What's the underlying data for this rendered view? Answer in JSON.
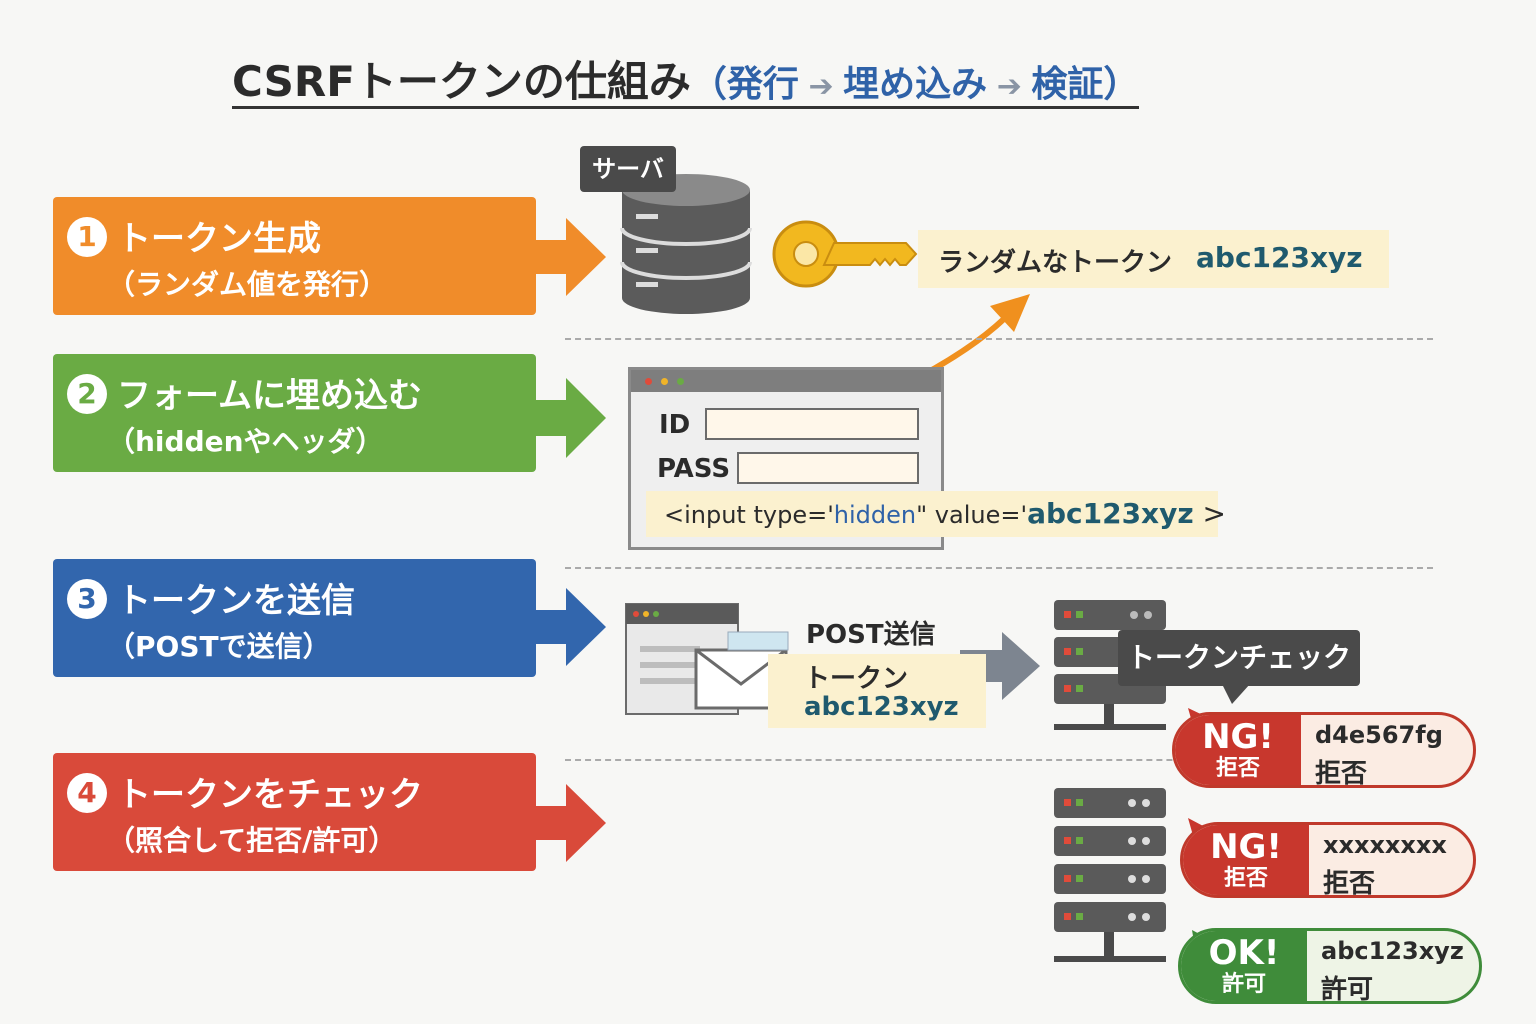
{
  "title": {
    "main": "CSRFトークンの仕組み",
    "paren_open": "（",
    "step_a": "発行",
    "step_b": "埋め込み",
    "step_c": "検証",
    "paren_close": "）"
  },
  "steps": [
    {
      "num": "1",
      "label": "トークン生成",
      "sub": "（ランダム値を発行）",
      "color": "#f08c2a"
    },
    {
      "num": "2",
      "label": "フォームに埋め込む",
      "sub": "（hiddenやヘッダ）",
      "color": "#6aab44"
    },
    {
      "num": "3",
      "label": "トークンを送信",
      "sub": "（POSTで送信）",
      "color": "#3266ad"
    },
    {
      "num": "4",
      "label": "トークンをチェック",
      "sub": "（照合して拒否/許可）",
      "color": "#d94a3a"
    }
  ],
  "server": {
    "label": "サーバ"
  },
  "token_box": {
    "label": "ランダムなトークン",
    "value": "abc123xyz"
  },
  "form": {
    "id_label": "ID",
    "pass_label": "PASS",
    "hidden_prefix": "<input type='",
    "hidden_type": "hidden",
    "hidden_mid": "\"  value='",
    "hidden_value": "abc123xyz",
    "hidden_suffix": " >"
  },
  "send": {
    "caption": "POST送信",
    "token_label": "トークン",
    "token_value": "abc123xyz"
  },
  "check": {
    "label": "トークンチェック"
  },
  "results": [
    {
      "mark": "NG!",
      "mark_sub": "拒否",
      "value": "d4e567fg",
      "result": "拒否",
      "status": "ng"
    },
    {
      "mark": "NG!",
      "mark_sub": "拒否",
      "value": "xxxxxxxx",
      "result": "拒否",
      "status": "ng"
    },
    {
      "mark": "OK!",
      "mark_sub": "許可",
      "value": "abc123xyz",
      "result": "許可",
      "status": "ok"
    }
  ],
  "colors": {
    "token_text": "#1f5a6e",
    "hidden_type": "#2f62a8",
    "arrow_orange": "#f0901e"
  }
}
